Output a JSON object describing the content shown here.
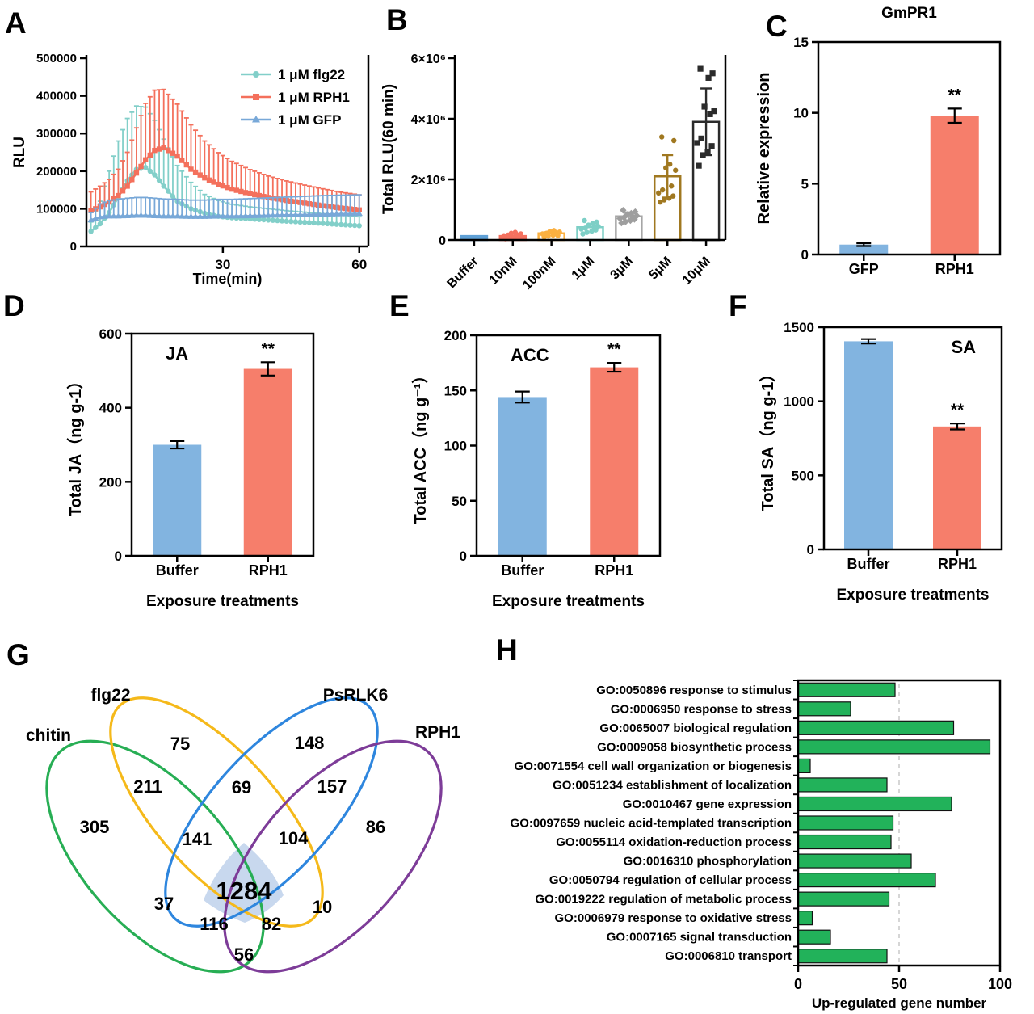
{
  "figure_title": "RPH1 elicitor multi-panel figure",
  "panels": {
    "A": {
      "letter": "A"
    },
    "B": {
      "letter": "B"
    },
    "C": {
      "letter": "C"
    },
    "D": {
      "letter": "D"
    },
    "E": {
      "letter": "E"
    },
    "F": {
      "letter": "F"
    },
    "G": {
      "letter": "G"
    },
    "H": {
      "letter": "H"
    }
  },
  "chart_data": [
    {
      "panel": "A",
      "type": "line",
      "ylabel": "RLU",
      "xlabel": "Time(min)",
      "xlim": [
        0,
        62
      ],
      "ylim": [
        0,
        500000
      ],
      "yticks": [
        0,
        100000,
        200000,
        300000,
        400000,
        500000
      ],
      "ytick_labels": [
        "0",
        "100000",
        "200000",
        "300000",
        "400000",
        "500000"
      ],
      "xticks": [
        30,
        60
      ],
      "xtick_labels": [
        "30",
        "60"
      ],
      "legend_position": "top-right",
      "series": [
        {
          "name": "1 μM flg22",
          "color": "#82CFC9",
          "marker": "circle",
          "x": [
            1,
            3,
            5,
            7,
            9,
            11,
            13,
            15,
            17,
            20,
            23,
            26,
            29,
            32,
            36,
            40,
            44,
            48,
            52,
            56,
            60
          ],
          "y": [
            40000,
            60000,
            90000,
            130000,
            175000,
            205000,
            210000,
            190000,
            160000,
            120000,
            100000,
            88000,
            80000,
            76000,
            73000,
            70000,
            67000,
            64000,
            61000,
            58000,
            55000
          ],
          "err": [
            25000,
            60000,
            110000,
            150000,
            165000,
            168000,
            160000,
            145000,
            125000,
            95000,
            70000,
            50000,
            42000,
            36000,
            32000,
            30000,
            28000,
            27000,
            26000,
            25000,
            24000
          ]
        },
        {
          "name": "1 μM RPH1",
          "color": "#F4705C",
          "marker": "square",
          "x": [
            1,
            3,
            5,
            7,
            9,
            11,
            13,
            15,
            17,
            20,
            23,
            26,
            29,
            32,
            36,
            40,
            44,
            48,
            52,
            56,
            60
          ],
          "y": [
            95000,
            105000,
            118000,
            135000,
            160000,
            195000,
            230000,
            255000,
            262000,
            240000,
            205000,
            182000,
            165000,
            152000,
            140000,
            130000,
            122000,
            115000,
            108000,
            102000,
            97000
          ],
          "err": [
            50000,
            55000,
            60000,
            70000,
            90000,
            120000,
            150000,
            160000,
            155000,
            138000,
            118000,
            98000,
            84000,
            74000,
            64000,
            57000,
            52000,
            48000,
            45000,
            42000,
            40000
          ]
        },
        {
          "name": "1 μM GFP",
          "color": "#78A8D8",
          "marker": "triangle",
          "x": [
            1,
            3,
            5,
            7,
            9,
            11,
            13,
            15,
            17,
            20,
            23,
            26,
            29,
            32,
            36,
            40,
            44,
            48,
            52,
            56,
            60
          ],
          "y": [
            70000,
            78000,
            80000,
            80000,
            81000,
            82000,
            82000,
            81000,
            80000,
            80000,
            79000,
            79000,
            80000,
            80000,
            81000,
            82000,
            83000,
            84000,
            85000,
            86000,
            87000
          ],
          "err": [
            20000,
            35000,
            42000,
            45000,
            47000,
            48000,
            48000,
            47000,
            46000,
            45000,
            44000,
            44000,
            45000,
            45000,
            46000,
            47000,
            48000,
            49000,
            50000,
            50000,
            50000
          ]
        }
      ]
    },
    {
      "panel": "B",
      "type": "bar_scatter",
      "ylabel": "Total RLU(60 min)",
      "categories": [
        "Buffer",
        "10nM",
        "100nM",
        "1μM",
        "3μM",
        "5μM",
        "10μM"
      ],
      "values": [
        0.13,
        0.13,
        0.22,
        0.42,
        0.78,
        2.1,
        3.9
      ],
      "errors": [
        0,
        0,
        0,
        0,
        0.13,
        0.7,
        1.1
      ],
      "ylim": [
        0,
        6
      ],
      "yticks": [
        0,
        2,
        4,
        6
      ],
      "ytick_labels": [
        "0",
        "2×10⁶",
        "4×10⁶",
        "6×10⁶"
      ],
      "bar_styles": [
        {
          "fill": "#5FA0D6",
          "stroke": "#5FA0D6"
        },
        {
          "fill": "#F4715F",
          "stroke": "#F4715F"
        },
        {
          "fill": "#ffffff",
          "stroke": "#FBB040"
        },
        {
          "fill": "#ffffff",
          "stroke": "#7DCFC6"
        },
        {
          "fill": "#ffffff",
          "stroke": "#A6A6A6"
        },
        {
          "fill": "#ffffff",
          "stroke": "#A07820"
        },
        {
          "fill": "#ffffff",
          "stroke": "#2B2B2B"
        }
      ],
      "scatter_colors": [
        "#5FA0D6",
        "#F4715F",
        "#FBB040",
        "#7DCFC6",
        "#9E9E9E",
        "#A07820",
        "#2B2B2B"
      ],
      "scatter_markers": [
        "circle",
        "circle",
        "circle",
        "circle",
        "diamond",
        "circle",
        "square"
      ],
      "scatter": [
        [],
        [
          0.04,
          0.07,
          0.1,
          0.12,
          0.14,
          0.16,
          0.18,
          0.2,
          0.22,
          0.25,
          0.09,
          0.13
        ],
        [
          0.1,
          0.13,
          0.16,
          0.18,
          0.2,
          0.22,
          0.24,
          0.26,
          0.28,
          0.31,
          0.15,
          0.21
        ],
        [
          0.2,
          0.25,
          0.29,
          0.33,
          0.36,
          0.39,
          0.42,
          0.45,
          0.49,
          0.54,
          0.59,
          0.64
        ],
        [
          0.56,
          0.6,
          0.64,
          0.68,
          0.71,
          0.74,
          0.77,
          0.8,
          0.84,
          0.88,
          0.93,
          0.98
        ],
        [
          1.25,
          1.32,
          1.38,
          1.45,
          1.55,
          1.65,
          1.78,
          2.3,
          2.38,
          2.5,
          3.28,
          3.4
        ],
        [
          2.45,
          2.8,
          2.9,
          3.1,
          3.2,
          3.35,
          4.15,
          4.25,
          4.4,
          5.35,
          5.5,
          5.65
        ]
      ]
    },
    {
      "panel": "C",
      "type": "bars",
      "title": "GmPR1",
      "ylabel": "Relative expression",
      "categories": [
        "GFP",
        "RPH1"
      ],
      "values": [
        0.7,
        9.8
      ],
      "errors": [
        0.1,
        0.5
      ],
      "sig": [
        "",
        "**"
      ],
      "colors": [
        "#82B4E0",
        "#F67E6B"
      ],
      "ylim": [
        0,
        15
      ],
      "yticks": [
        0,
        5,
        10,
        15
      ],
      "ytick_labels": [
        "0",
        "5",
        "10",
        "15"
      ]
    },
    {
      "panel": "D",
      "type": "bars",
      "inner_label": "JA",
      "inner_side": "left",
      "ylabel": "Total JA（ng g-1）",
      "xlabel": "Exposure treatments",
      "categories": [
        "Buffer",
        "RPH1"
      ],
      "values": [
        300,
        505
      ],
      "errors": [
        10,
        18
      ],
      "sig": [
        "",
        "**"
      ],
      "colors": [
        "#82B4E0",
        "#F67E6B"
      ],
      "ylim": [
        0,
        600
      ],
      "yticks": [
        0,
        200,
        400,
        600
      ],
      "ytick_labels": [
        "0",
        "200",
        "400",
        "600"
      ]
    },
    {
      "panel": "E",
      "type": "bars",
      "inner_label": "ACC",
      "inner_side": "left",
      "ylabel": "Total ACC（ng g⁻¹）",
      "xlabel": "Exposure treatments",
      "categories": [
        "Buffer",
        "RPH1"
      ],
      "values": [
        144,
        171
      ],
      "errors": [
        5,
        4
      ],
      "sig": [
        "",
        "**"
      ],
      "colors": [
        "#82B4E0",
        "#F67E6B"
      ],
      "ylim": [
        0,
        200
      ],
      "yticks": [
        0,
        50,
        100,
        150,
        200
      ],
      "ytick_labels": [
        "0",
        "50",
        "100",
        "150",
        "200"
      ]
    },
    {
      "panel": "F",
      "type": "bars",
      "inner_label": "SA",
      "inner_side": "right",
      "ylabel": "Total SA（ng g-1）",
      "xlabel": "Exposure treatments",
      "categories": [
        "Buffer",
        "RPH1"
      ],
      "values": [
        1405,
        830
      ],
      "errors": [
        15,
        20
      ],
      "sig": [
        "",
        "**"
      ],
      "colors": [
        "#82B4E0",
        "#F67E6B"
      ],
      "ylim": [
        0,
        1500
      ],
      "yticks": [
        0,
        500,
        1000,
        1500
      ],
      "ytick_labels": [
        "0",
        "500",
        "1000",
        "1500"
      ]
    },
    {
      "panel": "G",
      "type": "venn",
      "sets": [
        {
          "name": "chitin",
          "color": "#27AE54",
          "label_x": 60,
          "label_y": 137
        },
        {
          "name": "flg22",
          "color": "#F5B91A",
          "label_x": 137,
          "label_y": 87
        },
        {
          "name": "PsRLK6",
          "color": "#2E86DE",
          "label_x": 440,
          "label_y": 87
        },
        {
          "name": "RPH1",
          "color": "#7D3C98",
          "label_x": 542,
          "label_y": 133
        }
      ],
      "highlight_color": "#E8000B",
      "shade_color": "#C8D8EE",
      "regions": [
        {
          "sets": "chitin",
          "count": 305,
          "x": 117,
          "y": 243
        },
        {
          "sets": "flg22",
          "count": 75,
          "x": 223,
          "y": 140
        },
        {
          "sets": "PsRLK6",
          "count": 148,
          "x": 383,
          "y": 139
        },
        {
          "sets": "RPH1",
          "count": 86,
          "x": 465,
          "y": 243
        },
        {
          "sets": "chitin∩flg22",
          "count": 211,
          "x": 183,
          "y": 193
        },
        {
          "sets": "flg22∩PsRLK6",
          "count": 69,
          "x": 299,
          "y": 194
        },
        {
          "sets": "PsRLK6∩RPH1",
          "count": 157,
          "x": 411,
          "y": 193
        },
        {
          "sets": "chitin∩PsRLK6",
          "count": 141,
          "x": 244,
          "y": 258
        },
        {
          "sets": "flg22∩RPH1",
          "count": 104,
          "x": 363,
          "y": 257
        },
        {
          "sets": "chitin∩flg22∩PsRLK6",
          "count": 37,
          "x": 203,
          "y": 338
        },
        {
          "sets": "flg22∩PsRLK6∩RPH1",
          "count": 10,
          "x": 399,
          "y": 342
        },
        {
          "sets": "chitin∩PsRLK6∩RPH1",
          "count": 116,
          "x": 265,
          "y": 363
        },
        {
          "sets": "chitin∩flg22∩RPH1",
          "count": 82,
          "x": 336,
          "y": 363
        },
        {
          "sets": "chitin∩flg22∩PsRLK6∩RPH1",
          "count": 1284,
          "x": 302,
          "y": 323,
          "highlight": true
        },
        {
          "sets": "chitin∩RPH1",
          "count": 56,
          "x": 302,
          "y": 401
        }
      ]
    },
    {
      "panel": "H",
      "type": "hbar",
      "xlabel": "Up-regulated gene number",
      "xlim": [
        0,
        100
      ],
      "xticks": [
        0,
        50,
        100
      ],
      "xtick_labels": [
        "0",
        "50",
        "100"
      ],
      "gridline_at": 50,
      "bar_color": "#22B25A",
      "bar_edge": "#111111",
      "items": [
        {
          "label": "GO:0050896 response to stimulus",
          "value": 48
        },
        {
          "label": "GO:0006950 response to stress",
          "value": 26
        },
        {
          "label": "GO:0065007 biological regulation",
          "value": 77
        },
        {
          "label": "GO:0009058 biosynthetic process",
          "value": 95
        },
        {
          "label": "GO:0071554 cell wall organization or biogenesis",
          "value": 6
        },
        {
          "label": "GO:0051234 establishment of localization",
          "value": 44
        },
        {
          "label": "GO:0010467 gene expression",
          "value": 76
        },
        {
          "label": "GO:0097659 nucleic acid-templated transcription",
          "value": 47
        },
        {
          "label": "GO:0055114 oxidation-reduction process",
          "value": 46
        },
        {
          "label": "GO:0016310 phosphorylation",
          "value": 56
        },
        {
          "label": "GO:0050794 regulation of cellular process",
          "value": 68
        },
        {
          "label": "GO:0019222 regulation of metabolic process",
          "value": 45
        },
        {
          "label": "GO:0006979 response to oxidative stress",
          "value": 7
        },
        {
          "label": "GO:0007165 signal transduction",
          "value": 16
        },
        {
          "label": "GO:0006810 transport",
          "value": 44
        }
      ]
    }
  ]
}
